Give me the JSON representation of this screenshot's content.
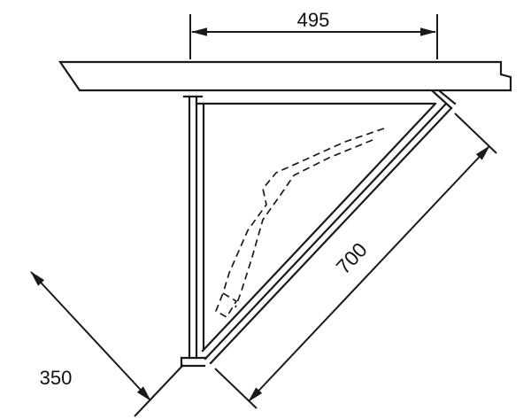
{
  "drawing": {
    "dims": {
      "top_width": "495",
      "side_depth": "350",
      "front_length": "700"
    },
    "colors": {
      "line": "#1a1a1a",
      "background": "#ffffff"
    }
  }
}
